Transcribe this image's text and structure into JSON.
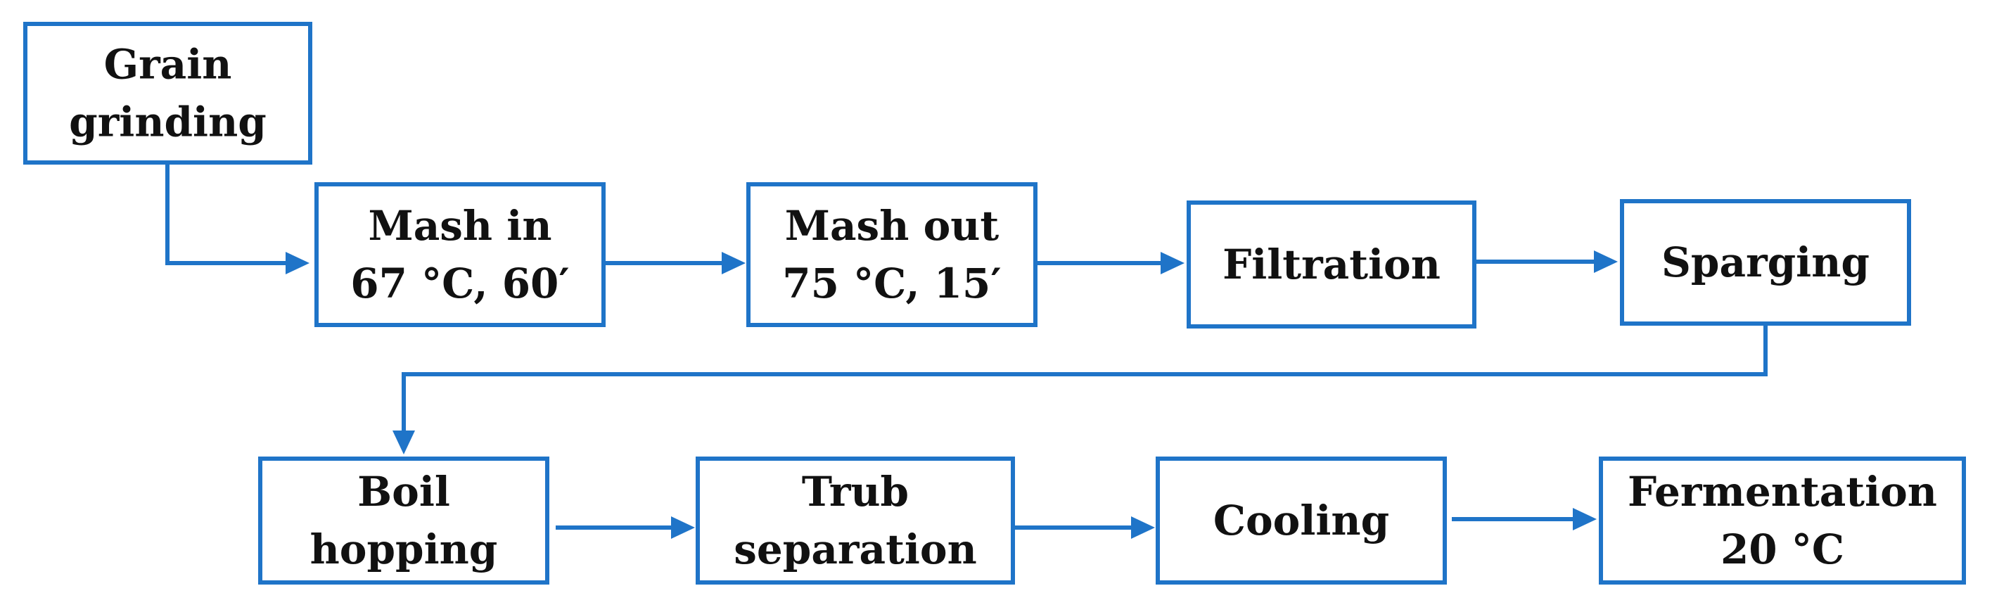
{
  "diagram": {
    "colors": {
      "box_stroke": "#1f74c8",
      "arrow": "#1f74c8",
      "text": "#111111",
      "background": "#ffffff"
    },
    "nodes": [
      {
        "id": "grain-grinding",
        "lines": [
          "Grain",
          "grinding"
        ]
      },
      {
        "id": "mash-in",
        "lines": [
          "Mash in",
          "67 °C, 60′"
        ]
      },
      {
        "id": "mash-out",
        "lines": [
          "Mash out",
          "75 °C, 15′"
        ]
      },
      {
        "id": "filtration",
        "lines": [
          "Filtration"
        ]
      },
      {
        "id": "sparging",
        "lines": [
          "Sparging"
        ]
      },
      {
        "id": "boil-hopping",
        "lines": [
          "Boil",
          "hopping"
        ]
      },
      {
        "id": "trub-separation",
        "lines": [
          "Trub",
          "separation"
        ]
      },
      {
        "id": "cooling",
        "lines": [
          "Cooling"
        ]
      },
      {
        "id": "fermentation",
        "lines": [
          "Fermentation",
          "20 °C"
        ]
      }
    ],
    "edges": [
      {
        "from": "grain-grinding",
        "to": "mash-in"
      },
      {
        "from": "mash-in",
        "to": "mash-out"
      },
      {
        "from": "mash-out",
        "to": "filtration"
      },
      {
        "from": "filtration",
        "to": "sparging"
      },
      {
        "from": "sparging",
        "to": "boil-hopping"
      },
      {
        "from": "boil-hopping",
        "to": "trub-separation"
      },
      {
        "from": "trub-separation",
        "to": "cooling"
      },
      {
        "from": "cooling",
        "to": "fermentation"
      }
    ]
  }
}
